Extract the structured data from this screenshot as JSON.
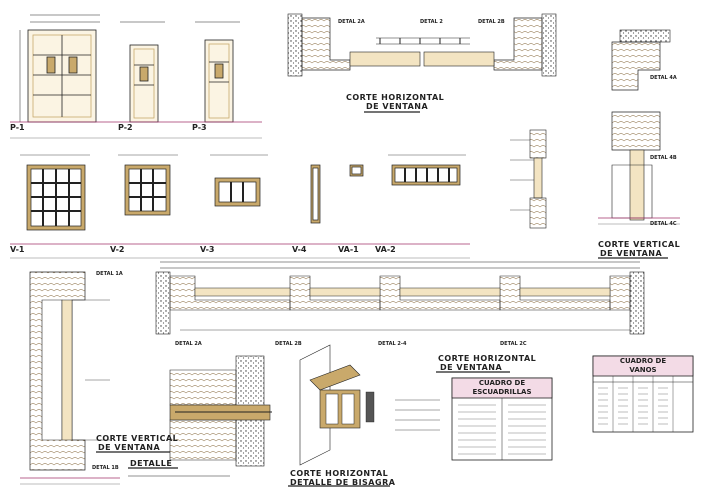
{
  "colors": {
    "line": "#222222",
    "wood": "#c9a96b",
    "wood_dark": "#7a5a2a",
    "magenta": "#a0306a",
    "table_header": "#f3dbe6"
  },
  "door_elevations": [
    {
      "tag": "P-1"
    },
    {
      "tag": "P-2"
    },
    {
      "tag": "P-3"
    }
  ],
  "window_elevations": [
    {
      "tag": "V-1"
    },
    {
      "tag": "V-2"
    },
    {
      "tag": "V-3"
    },
    {
      "tag": "V-4"
    },
    {
      "tag": "VA-1"
    },
    {
      "tag": "VA-2"
    }
  ],
  "details_top": [
    "DETAL 2A",
    "DETAL 2",
    "DETAL 2B"
  ],
  "details_middle": [
    "DETAL 2A",
    "DETAL 2B",
    "DETAL 2-4",
    "DETAL 2C"
  ],
  "detail_right_tags": [
    "DETAL 4A",
    "DETAL 4B",
    "DETAL 4C"
  ],
  "detail_left_tags": [
    "DETAL 1A",
    "DETAL 1B"
  ],
  "titles": {
    "corte_horizontal_top": [
      "CORTE HORIZONTAL",
      "DE VENTANA"
    ],
    "corte_vertical_right": [
      "CORTE VERTICAL",
      "DE VENTANA"
    ],
    "corte_vertical_left": [
      "CORTE VERTICAL",
      "DE VENTANA"
    ],
    "corte_horizontal_mid": [
      "CORTE HORIZONTAL",
      "DE VENTANA"
    ],
    "detalle": "DETALLE",
    "corte_bisagra": [
      "CORTE HORIZONTAL",
      "DETALLE DE BISAGRA"
    ]
  },
  "tables": {
    "escuadrillas": {
      "title": [
        "CUADRO DE",
        "ESCUADRILLAS"
      ],
      "rows": 8
    },
    "vanos": {
      "title": [
        "CUADRO DE",
        "VANOS"
      ],
      "rows": 9,
      "cols": 5
    }
  }
}
